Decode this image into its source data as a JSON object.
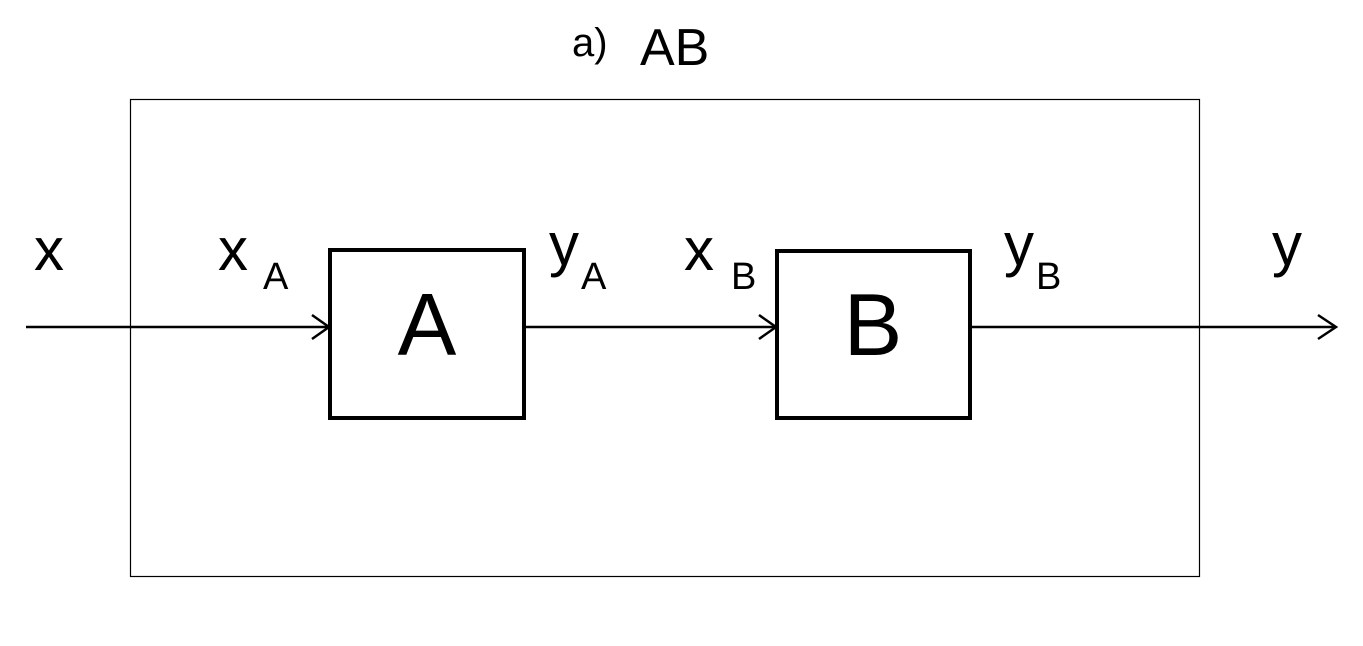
{
  "title": {
    "prefix": "a)",
    "main": "AB"
  },
  "input": {
    "label": "x"
  },
  "output": {
    "label": "y"
  },
  "blocks": [
    {
      "name": "A",
      "input_main": "x",
      "input_sub": "A",
      "output_main": "y",
      "output_sub": "A"
    },
    {
      "name": "B",
      "input_main": "x",
      "input_sub": "B",
      "output_main": "y",
      "output_sub": "B"
    }
  ],
  "colors": {
    "stroke": "#000000",
    "background": "#ffffff"
  }
}
